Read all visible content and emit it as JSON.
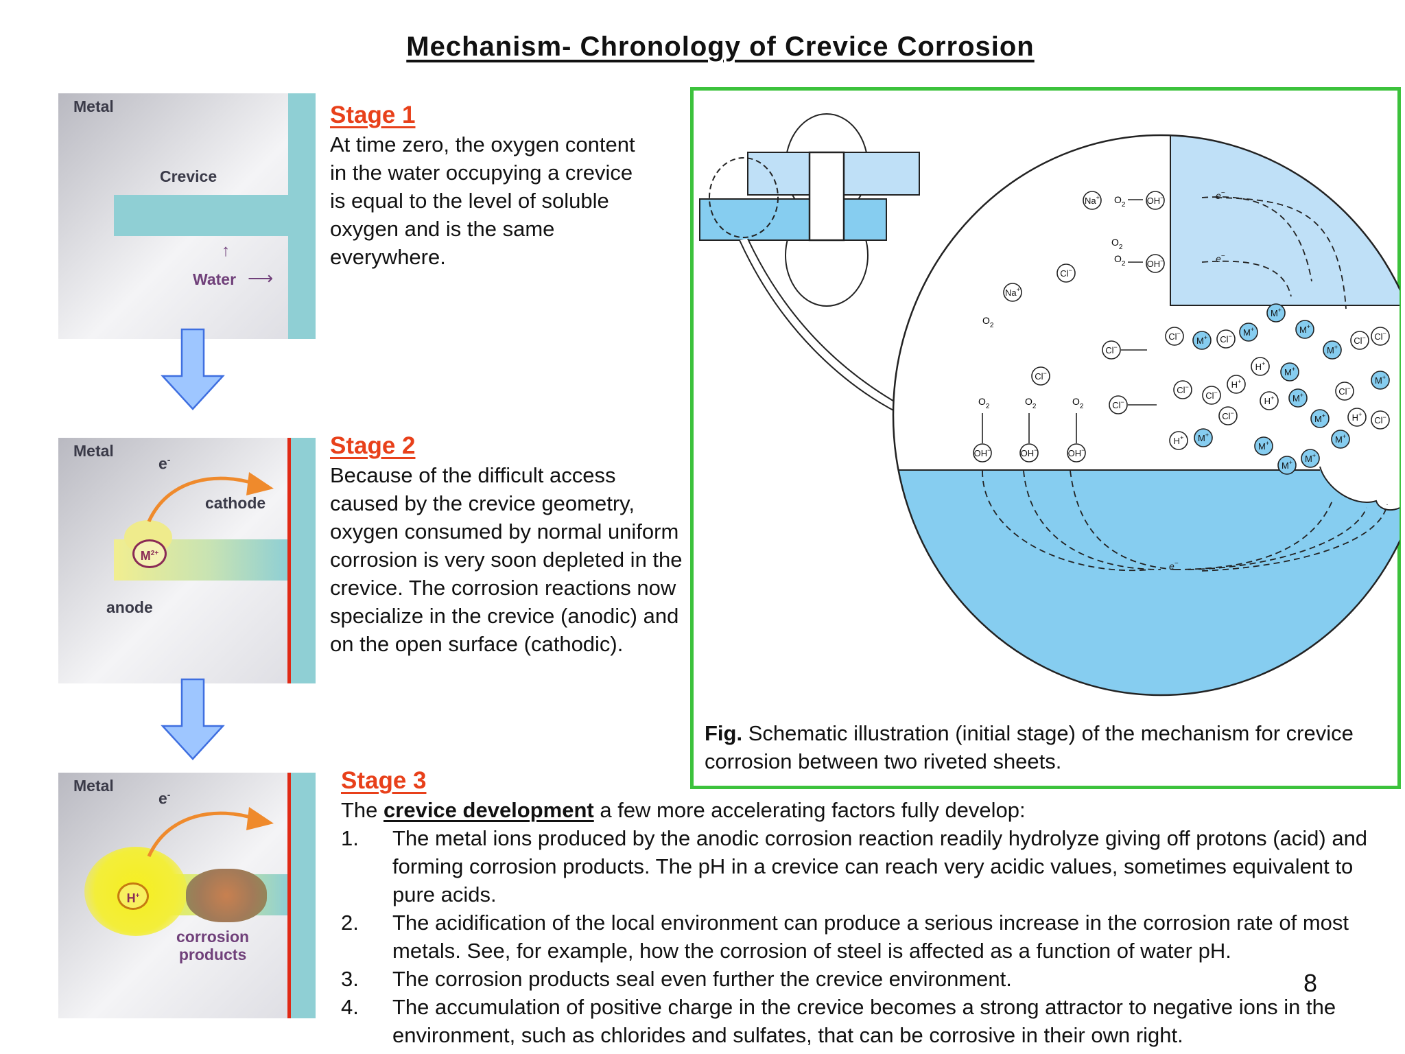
{
  "title": "Mechanism- Chronology of Crevice Corrosion",
  "stage1": {
    "heading": "Stage 1",
    "text": "At time zero, the oxygen content in the water occupying a crevice is equal to the level of soluble oxygen and is the same everywhere.",
    "panel": {
      "metal": "Metal",
      "crevice": "Crevice",
      "water": "Water"
    }
  },
  "stage2": {
    "heading": "Stage 2",
    "text": "Because of the difficult access caused by the crevice geometry, oxygen consumed by normal uniform corrosion is very soon depleted in the crevice. The corrosion reactions now specialize in the crevice (anodic) and on the open surface (cathodic).",
    "panel": {
      "metal": "Metal",
      "electron": "e",
      "electron_sup": "-",
      "cathode": "cathode",
      "ion": "M",
      "ion_sup": "2+",
      "anode": "anode"
    }
  },
  "stage3": {
    "heading": "Stage 3",
    "intro_pre": "The ",
    "intro_em": "crevice development",
    "intro_post": " a few more accelerating factors fully develop:",
    "items": [
      {
        "num": "1.",
        "text": "The metal ions produced by the anodic corrosion reaction readily hydrolyze giving off protons (acid) and forming corrosion products. The pH in a crevice can reach very acidic values, sometimes equivalent to pure acids."
      },
      {
        "num": "2.",
        "text": "The acidification of the local environment can produce a serious increase in the corrosion rate of most metals. See, for example, how the corrosion of steel is affected as a function of water pH."
      },
      {
        "num": "3.",
        "text": "The corrosion products seal even further the crevice environment."
      },
      {
        "num": "4.",
        "text": "The accumulation of positive charge in the crevice becomes a strong attractor to negative ions in the environment, such as chlorides and sulfates, that can be corrosive in their own right."
      }
    ],
    "panel": {
      "metal": "Metal",
      "electron": "e",
      "electron_sup": "-",
      "ion": "H",
      "ion_sup": "+",
      "products_1": "corrosion",
      "products_2": "products"
    }
  },
  "figure": {
    "caption_label": "Fig.",
    "caption_text": "Schematic illustration (initial stage) of the mechanism for crevice corrosion between two riveted sheets.",
    "labels": {
      "o2": "O",
      "o2_sub": "2",
      "oh": "OH",
      "na": "Na",
      "cl": "Cl",
      "m": "M",
      "h": "H",
      "e": "e",
      "plus": "+",
      "minus": "−"
    }
  },
  "page_number": "8"
}
